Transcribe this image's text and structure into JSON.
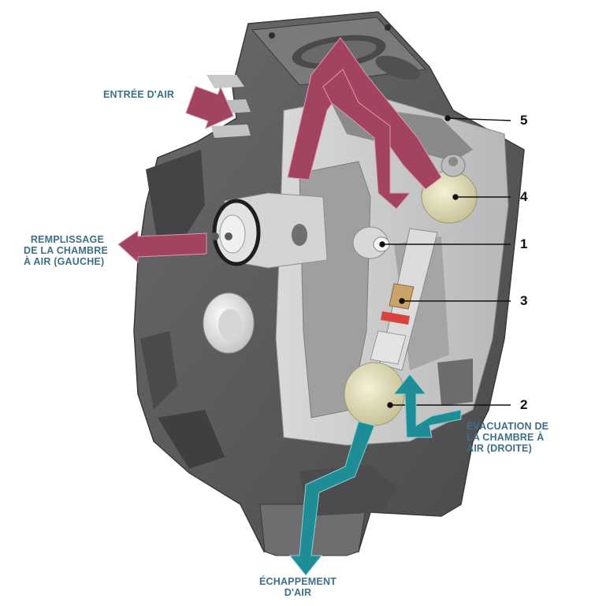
{
  "colors": {
    "intake_arrow": "#a2445f",
    "exhaust_arrow": "#1f8d95",
    "label_text": "#3d6f87",
    "housing": "#5a5a5c",
    "cut_face": "#cfcfcf",
    "bushing": "#e8e4c4"
  },
  "labels": {
    "air_inlet": "ENTRÉE D'AIR",
    "fill_left": [
      "REMPLISSAGE",
      "DE LA CHAMBRE",
      "À AIR (GAUCHE)"
    ],
    "evac_right": [
      "ÉVACUATION DE",
      "LA CHAMBRE À",
      "AIR (DROITE)"
    ],
    "air_exhaust": [
      "ÉCHAPPEMENT",
      "D'AIR"
    ]
  },
  "callouts": [
    "5",
    "4",
    "1",
    "3",
    "2"
  ]
}
